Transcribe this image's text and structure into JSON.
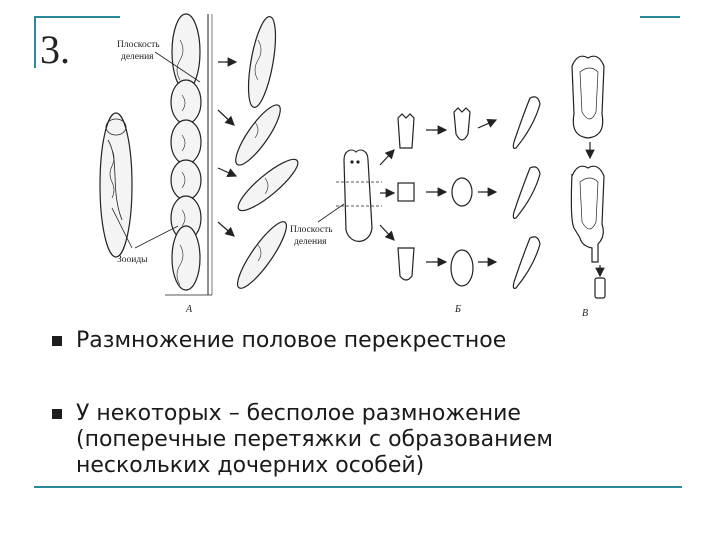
{
  "slide": {
    "number": "3."
  },
  "figure": {
    "labels": {
      "plane_top": [
        "Плоскость",
        "деления"
      ],
      "plane_right": [
        "Плоскость",
        "деления"
      ],
      "zooids": "Зооиды",
      "panel_a": "А",
      "panel_b": "Б",
      "panel_c": "В"
    }
  },
  "bullets": [
    {
      "text": "Размножение половое перекрестное"
    },
    {
      "text": "У некоторых – бесполое размножение (поперечные перетяжки с образованием нескольких дочерних особей)"
    }
  ],
  "colors": {
    "frame": "#2a8a9a",
    "text": "#1a1a1a",
    "bullet": "#1d1d1d"
  }
}
